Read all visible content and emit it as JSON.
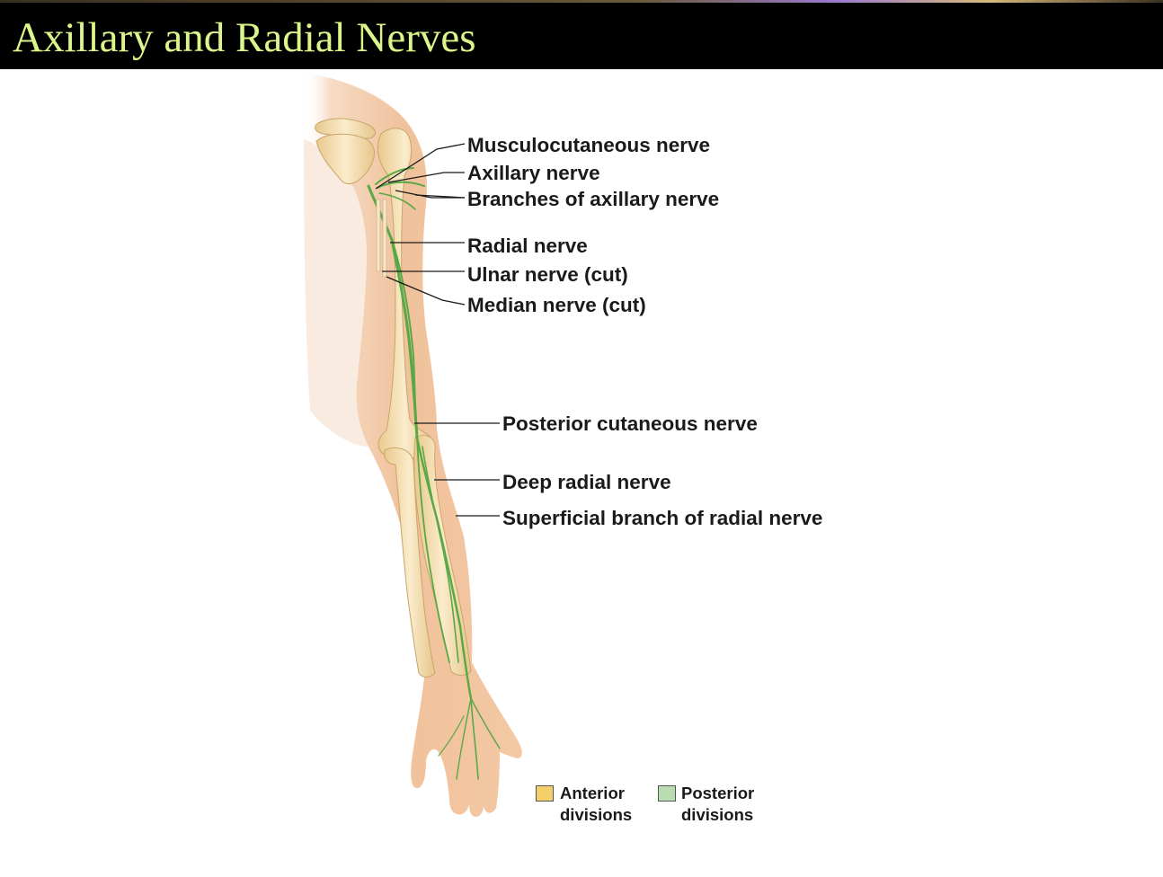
{
  "slide": {
    "title": "Axillary and Radial Nerves"
  },
  "labels": {
    "musculocutaneous": "Musculocutaneous nerve",
    "axillary": "Axillary nerve",
    "branches_axillary": "Branches of axillary nerve",
    "radial": "Radial nerve",
    "ulnar": "Ulnar nerve (cut)",
    "median": "Median nerve (cut)",
    "posterior_cutaneous": "Posterior cutaneous nerve",
    "deep_radial": "Deep radial nerve",
    "superficial_radial": "Superficial branch of radial nerve"
  },
  "legend": {
    "anterior": {
      "line1": "Anterior",
      "line2": "divisions",
      "color": "#f5cf6a"
    },
    "posterior": {
      "line1": "Posterior",
      "line2": "divisions",
      "color": "#b9dcb0"
    }
  },
  "colors": {
    "title_text": "#dcf58a",
    "skin": "#f2c9a4",
    "bone": "#f4dfae",
    "nerve": "#5aa845"
  }
}
